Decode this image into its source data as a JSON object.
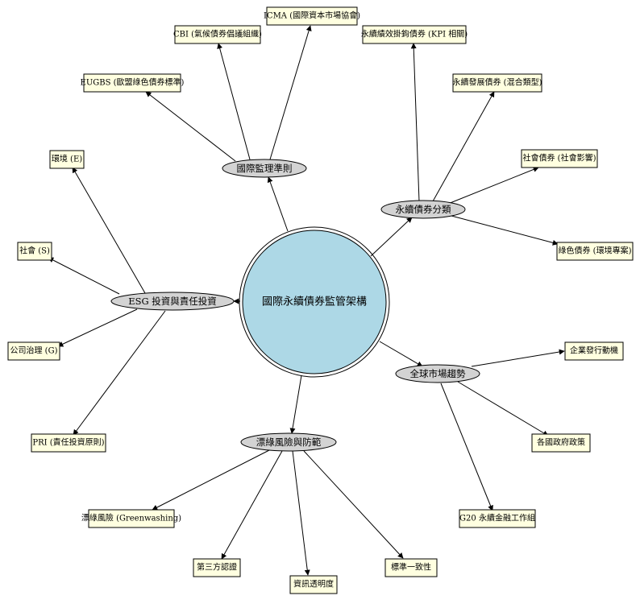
{
  "diagram": {
    "root": {
      "label": "國際永續債券監管架構"
    },
    "hubs": {
      "regulation": {
        "label": "國際監理準則"
      },
      "classification": {
        "label": "永續債券分類"
      },
      "esg": {
        "label": "ESG 投資與責任投資"
      },
      "trends": {
        "label": "全球市場趨勢"
      },
      "greenwash": {
        "label": "漂綠風險與防範"
      }
    },
    "leaves": {
      "icma": "ICMA (國際資本市場協會)",
      "cbi": "CBI (氣候債券倡議組織)",
      "eugbs": "EUGBS (歐盟綠色債券標準)",
      "kpi": "永續績效掛鉤債券 (KPI 相關)",
      "dev": "永續發展債券 (混合類型)",
      "social": "社會債券 (社會影響)",
      "green": "綠色債券 (環境專案)",
      "env": "環境 (E)",
      "soc": "社會 (S)",
      "gov": "公司治理 (G)",
      "pri": "PRI (責任投資原則)",
      "corp": "企業發行動機",
      "govpol": "各國政府政策",
      "g20": "G20 永續金融工作組",
      "gw": "漂綠風險 (Greenwashing)",
      "third": "第三方認證",
      "transp": "資訊透明度",
      "std": "標準一致性"
    },
    "colors": {
      "root_fill": "#add8e6",
      "hub_fill": "#d3d3d3",
      "leaf_fill": "#ffffe0",
      "edge": "#000000"
    }
  }
}
